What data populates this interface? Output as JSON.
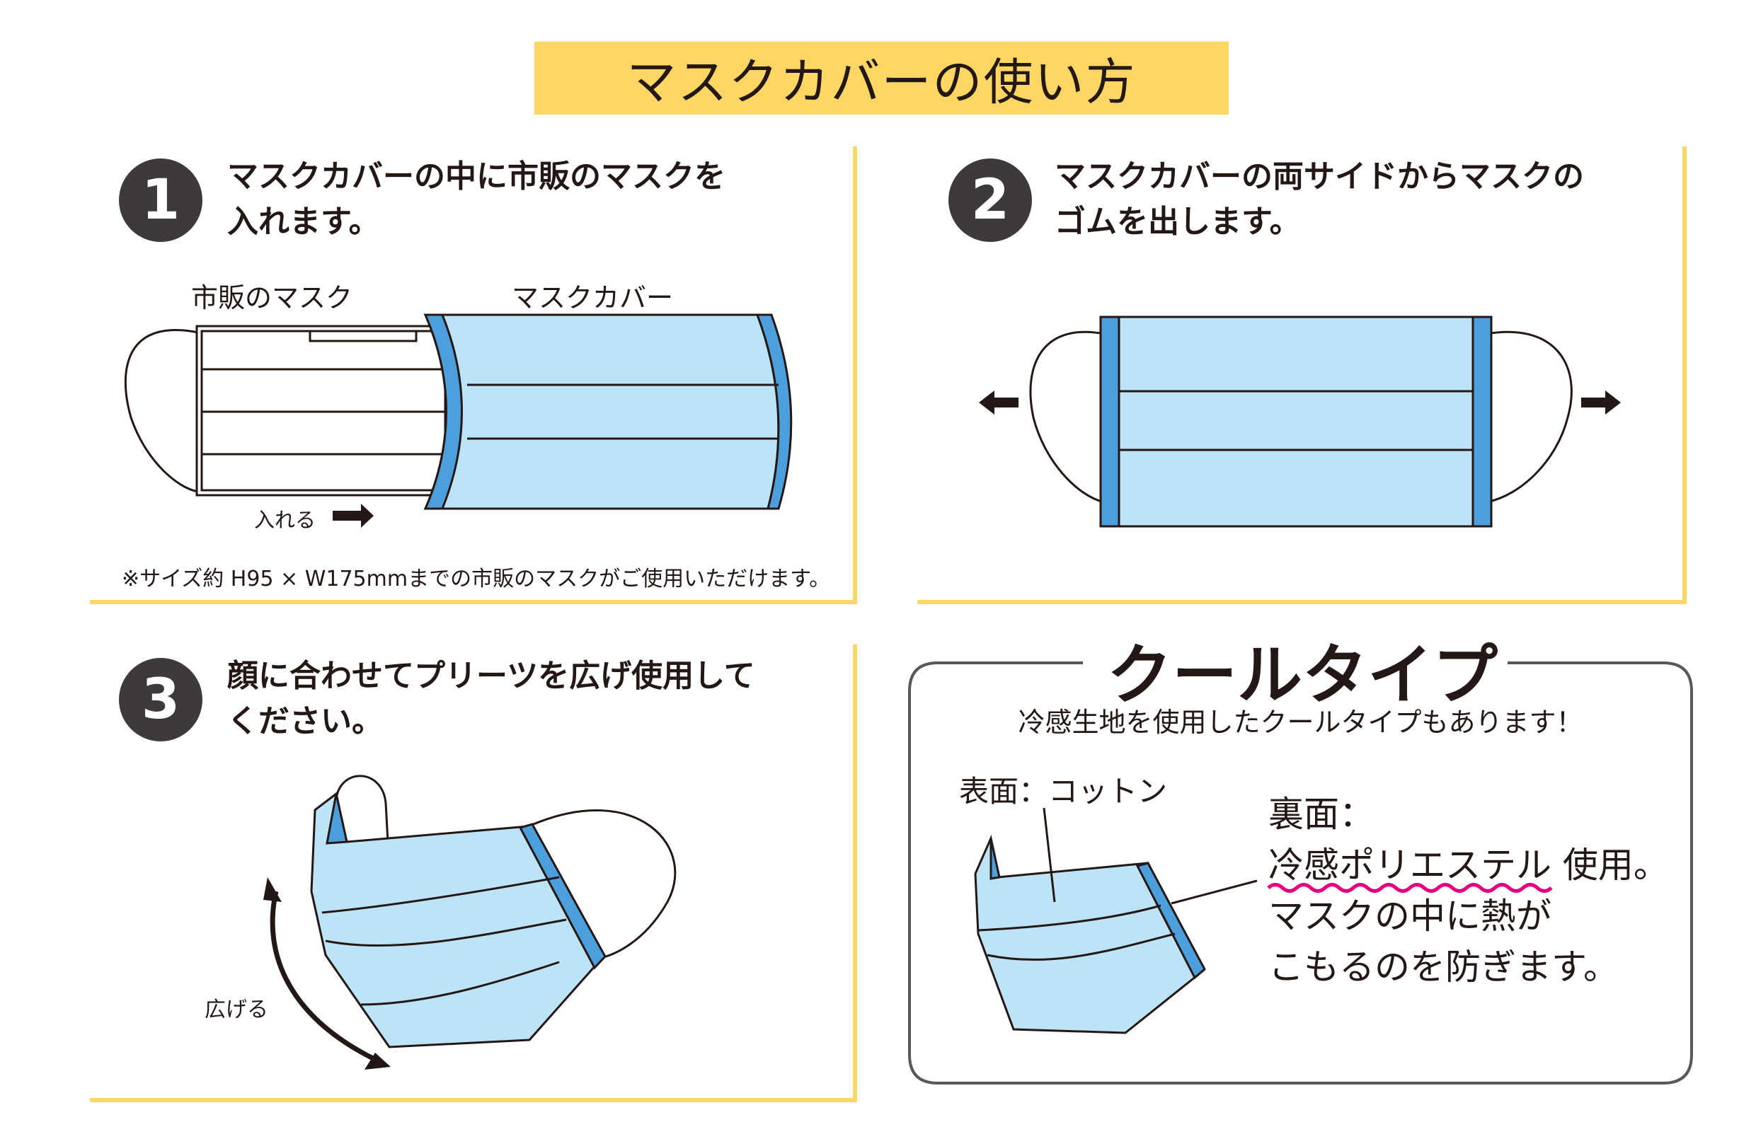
{
  "title": "マスクカバーの使い方",
  "steps": [
    {
      "number": "1",
      "lines": [
        "マスクカバーの中に市販のマスクを",
        "入れます。"
      ]
    },
    {
      "number": "2",
      "lines": [
        "マスクカバーの両サイドからマスクの",
        "ゴムを出します。"
      ]
    },
    {
      "number": "3",
      "lines": [
        "顔に合わせてプリーツを広げ使用して",
        "ください。"
      ]
    }
  ],
  "step1_labels": {
    "mask": "市販のマスク",
    "cover": "マスクカバー",
    "insert": "入れる"
  },
  "step1_note": "※サイズ約 H95 × W175mmまでの市販のマスクがご使用いただけます。",
  "step3_label": "広げる",
  "cool": {
    "title": "クールタイプ",
    "subtitle": "冷感生地を使用したクールタイプもあります！",
    "front_label": "表面：コットン",
    "back_heading": "裏面：",
    "back_highlight": "冷感ポリエステル",
    "back_line1_rest": "使用。",
    "back_line2": "マスクの中に熱が",
    "back_line3": "こもるのを防ぎます。"
  },
  "colors": {
    "accent_yellow": "#fdd663",
    "mask_blue": "#bde3f7",
    "band_blue": "#4d9fdb",
    "wave": "#e4007f"
  }
}
